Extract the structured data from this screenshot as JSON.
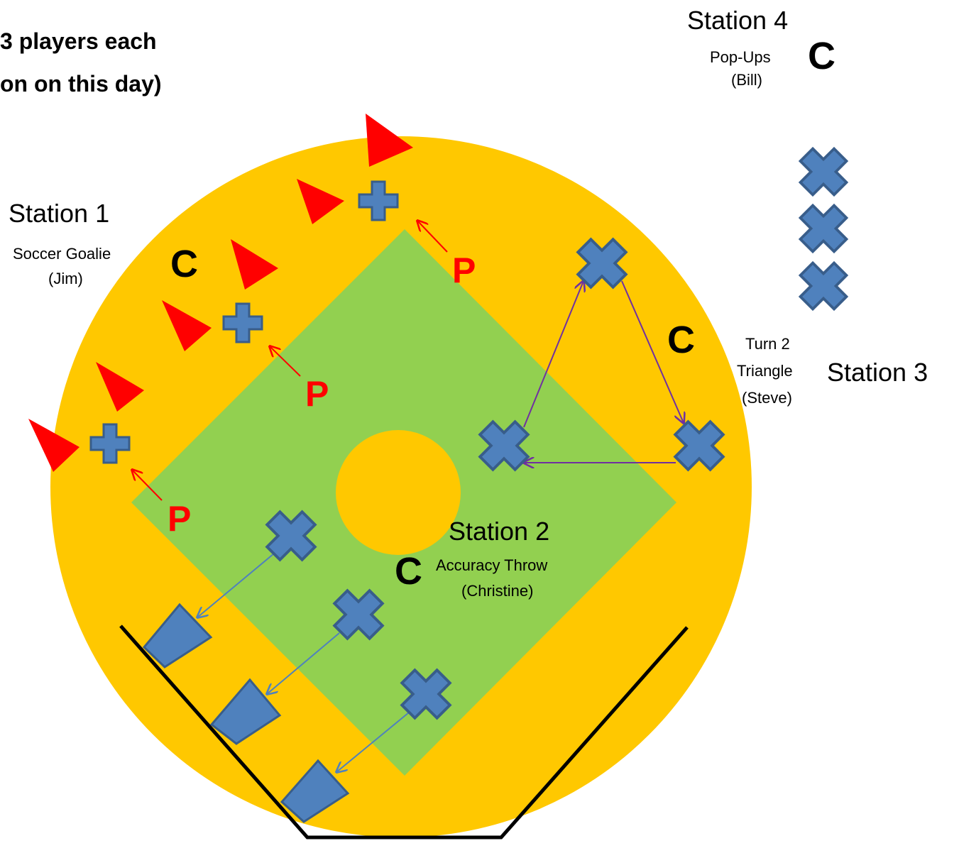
{
  "header": {
    "line1": "3 players each",
    "line2": "on on this day)"
  },
  "stations": {
    "s1": {
      "title": "Station 1",
      "activity": "Soccer Goalie",
      "coach_name": "(Jim)"
    },
    "s2": {
      "title": "Station 2",
      "activity": "Accuracy Throw",
      "coach_name": "(Christine)"
    },
    "s3": {
      "title": "Station 3",
      "activity_line1": "Turn 2",
      "activity_line2": "Triangle",
      "coach_name": "(Steve)"
    },
    "s4": {
      "title": "Station 4",
      "activity": "Pop-Ups",
      "coach_name": "(Bill)"
    }
  },
  "markers": {
    "coach": "C",
    "pitcher": "P"
  },
  "colors": {
    "outfield": "#ffc800",
    "infield": "#92d050",
    "player": "#4f81bd",
    "player_outline": "#385d8a",
    "cone": "#ff0000",
    "pitcher_text": "#ff0000",
    "triangle_arrow": "#7030a0",
    "throw_arrow": "#4f81bd"
  },
  "icons": [
    "player-x-icon",
    "player-plus-icon",
    "cone-icon",
    "target-trapezoid-icon",
    "coach-marker",
    "pitcher-marker"
  ]
}
